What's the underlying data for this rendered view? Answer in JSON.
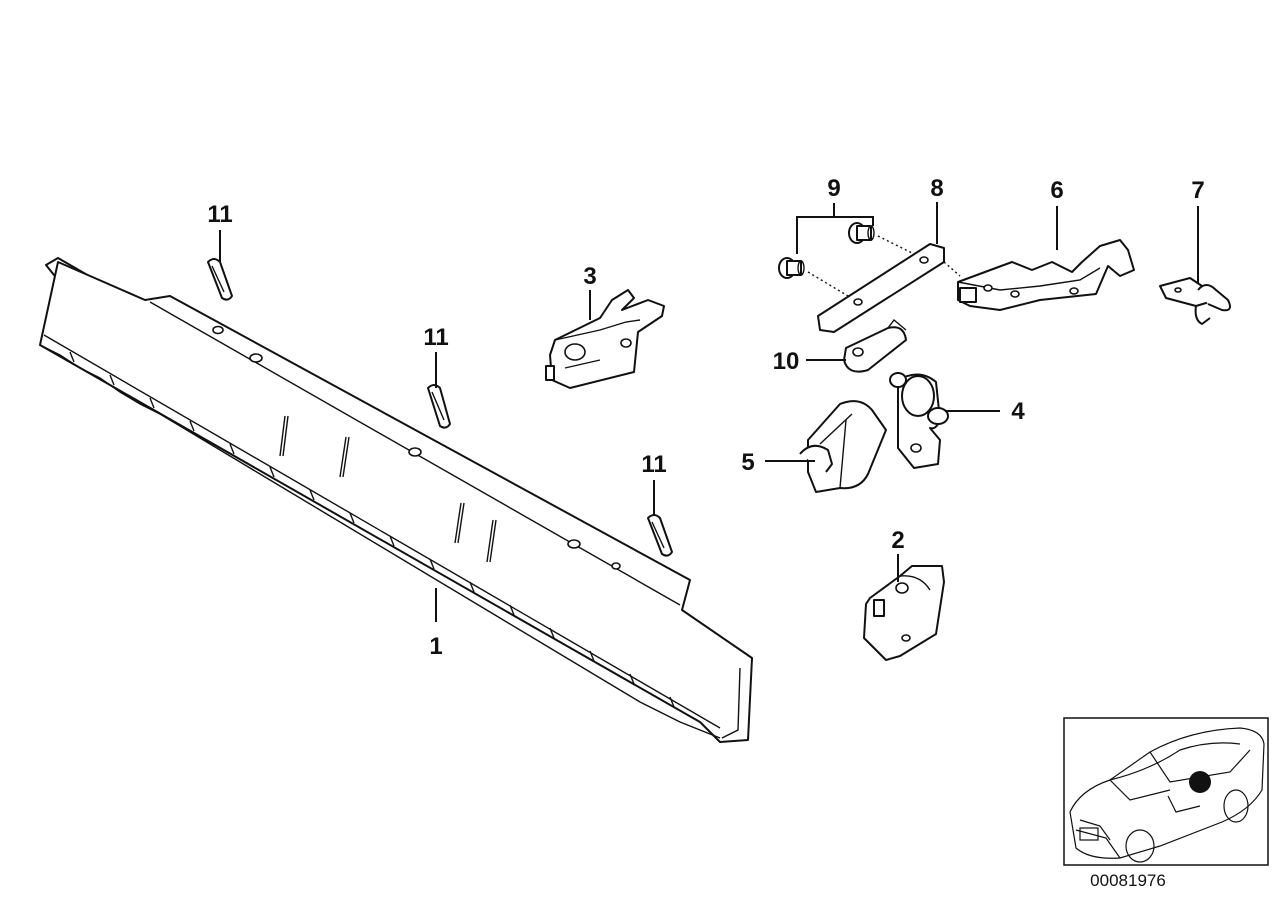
{
  "callouts": {
    "c1": "1",
    "c2": "2",
    "c3": "3",
    "c4": "4",
    "c5": "5",
    "c6": "6",
    "c7": "7",
    "c8": "8",
    "c9": "9",
    "c10": "10",
    "c11a": "11",
    "c11b": "11",
    "c11c": "11"
  },
  "reference_number": "00081976",
  "colors": {
    "line": "#111111",
    "background": "#ffffff",
    "marker": "#111111"
  }
}
